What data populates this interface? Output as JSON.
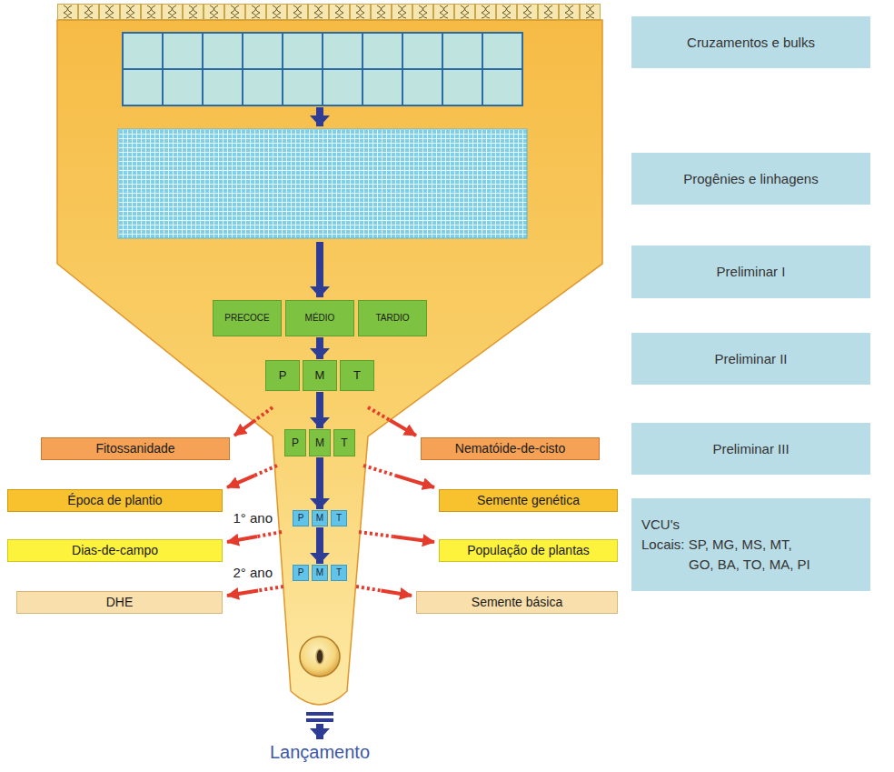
{
  "diagram": {
    "nodes": [
      {
        "text": [
          "Cruzamentos e bulks"
        ]
      },
      {
        "text": [
          "Progênies e linhagens"
        ]
      },
      {
        "text": [
          "Preliminar I"
        ]
      },
      {
        "text": [
          "PRECOCE"
        ]
      },
      {
        "text": [
          "MÉDIO"
        ]
      },
      {
        "text": [
          "TARDIO"
        ]
      },
      {
        "text": [
          "Preliminar II"
        ]
      },
      {
        "text": [
          "P"
        ]
      },
      {
        "text": [
          "M"
        ]
      },
      {
        "text": [
          "T"
        ]
      },
      {
        "text": [
          "Fitossanidade"
        ]
      },
      {
        "text": [
          "P"
        ]
      },
      {
        "text": [
          "M"
        ]
      },
      {
        "text": [
          "T"
        ]
      },
      {
        "text": [
          "Nematóide-de-cisto"
        ]
      },
      {
        "text": [
          "Preliminar III"
        ]
      },
      {
        "text": [
          "Época de plantio"
        ]
      },
      {
        "text": [
          "P"
        ]
      },
      {
        "text": [
          "M"
        ]
      },
      {
        "text": [
          "T"
        ]
      },
      {
        "text": [
          "Semente genética"
        ]
      },
      {
        "text": [
          "VCU's",
          "Locais: SP, MG, MS, MT, GO, BA, TO, MA, PI"
        ]
      },
      {
        "text": [
          "Dias-de-campo"
        ]
      },
      {
        "text": [
          "P"
        ]
      },
      {
        "text": [
          "M"
        ]
      },
      {
        "text": [
          "T"
        ]
      },
      {
        "text": [
          "População de plantas"
        ]
      },
      {
        "text": [
          "DHE"
        ]
      },
      {
        "text": [
          "Semente básica"
        ]
      }
    ],
    "edges": [
      {
        "from": 4,
        "to": 8,
        "arrow": "to"
      },
      {
        "from": 8,
        "to": 12,
        "arrow": "to"
      },
      {
        "from": 12,
        "to": 18,
        "arrow": "to"
      },
      {
        "from": 18,
        "to": 24,
        "arrow": "to"
      }
    ],
    "labels": [
      "1° ano",
      "2° ano",
      "Lançamento"
    ]
  }
}
